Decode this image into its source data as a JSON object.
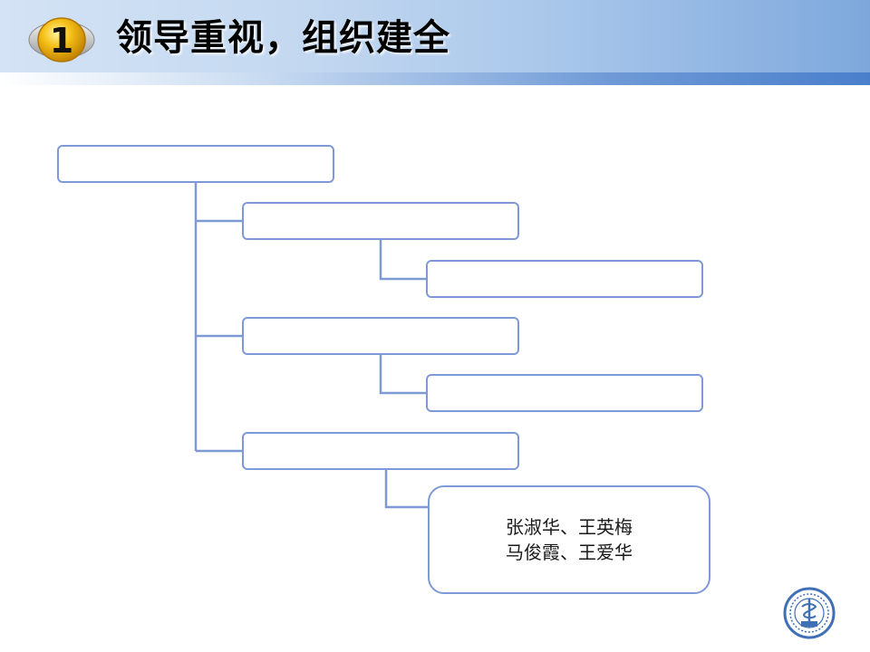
{
  "slide": {
    "badge_number": "1",
    "title": "领导重视，组织建全"
  },
  "org_chart": {
    "root": {
      "label": ""
    },
    "branches": [
      {
        "label": "",
        "child": {
          "label": ""
        }
      },
      {
        "label": "",
        "child": {
          "label": ""
        }
      },
      {
        "label": "",
        "child": {
          "lines": [
            "张淑华、王英梅",
            "马俊霞、王爱华"
          ]
        }
      }
    ]
  },
  "colors": {
    "node_border": "#7f99d6",
    "header_accent": "#4a7fcc",
    "badge_gold": "#f2b705"
  },
  "icons": {
    "badge": "number-badge-icon",
    "logo": "hospital-emblem-icon"
  }
}
